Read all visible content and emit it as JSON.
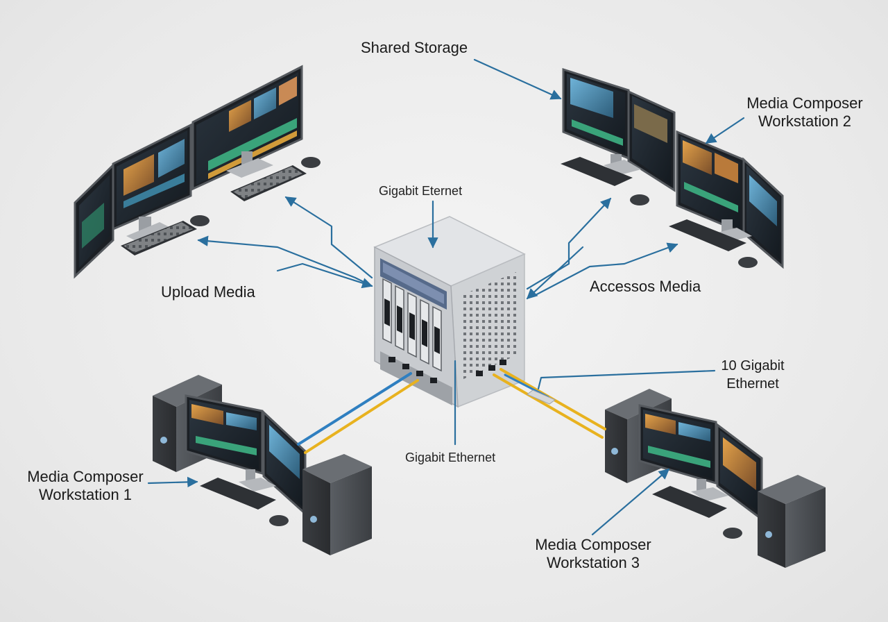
{
  "labels": {
    "shared_storage": "Shared Storage",
    "workstation_2": [
      "Media Composer",
      "Workstation 2"
    ],
    "gigabit_top": "Gigabit Eternet",
    "upload_media": "Upload Media",
    "access_media": "Accessos Media",
    "ten_gigabit": [
      "10 Gigabit",
      "Ethernet"
    ],
    "gigabit_bottom": "Gigabit Ethernet",
    "workstation_1": [
      "Media Composer",
      "Workstation 1"
    ],
    "workstation_3": [
      "Media Composer",
      "Workstation 3"
    ]
  },
  "colors": {
    "arrow_blue": "#2a6f9e",
    "cable_yellow": "#e8b21f",
    "cable_blue": "#2f7fc0",
    "server_body": "#d6d8db",
    "tower_body": "#4a4d52"
  }
}
